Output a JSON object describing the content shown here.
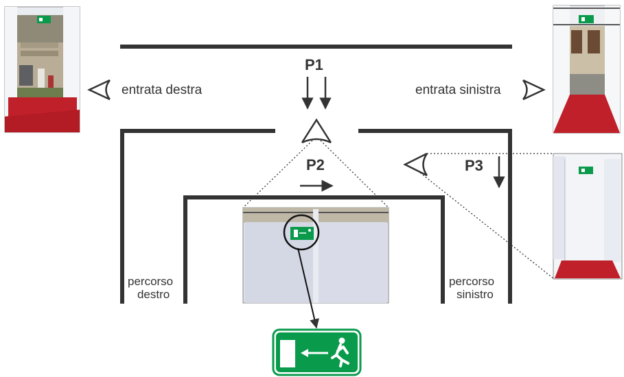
{
  "labels": {
    "p1": "P1",
    "p2": "P2",
    "p3": "P3",
    "entrata_destra": "entrata destra",
    "entrata_sinistra": "entrata sinistra",
    "percorso_destro": [
      "percorso",
      "destro"
    ],
    "percorso_sinistro": [
      "percorso",
      "sinistro"
    ]
  },
  "colors": {
    "walls": "#333333",
    "sign_green": "#0a9a4c",
    "carpet_red": "#c0202a",
    "tent_white": "#f2f4f8",
    "tent_panel": "#d8dce8"
  },
  "icons": {
    "eye": "eye-icon",
    "exit_sign": "emergency-exit-sign-icon"
  }
}
